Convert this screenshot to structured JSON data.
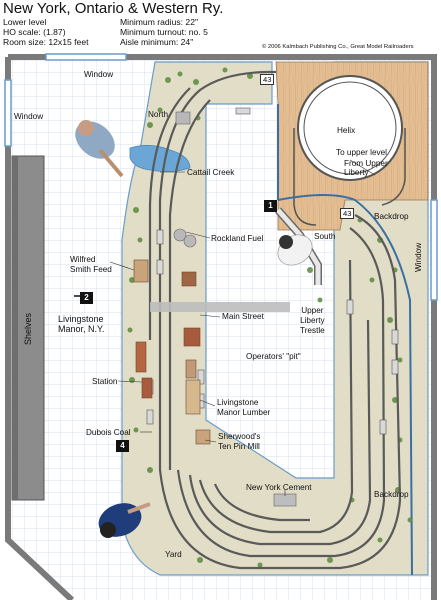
{
  "title": "New York, Ontario & Western Ry.",
  "specs": {
    "left": [
      "Lower level",
      "HO scale: (1.87)",
      "Room size: 12x15 feet"
    ],
    "right": [
      "Minimum radius: 22\"",
      "Minimum turnout: no. 5",
      "Aisle minimum: 24\""
    ]
  },
  "copyright": "© 2006 Kalmbach Publishing Co., Great Model Railroaders",
  "labels": {
    "window_top": "Window",
    "window_left": "Window",
    "window_right": "Window",
    "shelves": "Shelves",
    "north": "North",
    "south": "South",
    "helix": "Helix",
    "to_upper": "To upper level",
    "from_upper": "From Upper\nLiberty",
    "backdrop_top": "Backdrop",
    "backdrop_bottom": "Backdrop",
    "cattail": "Cattail Creek",
    "rockland": "Rockland Fuel",
    "wilfred": "Wilfred\nSmith Feed",
    "livingstone": "Livingstone\nManor, N.Y.",
    "main_street": "Main Street",
    "upper_liberty": "Upper\nLiberty\nTrestle",
    "operators_pit": "Operators' \"pit\"",
    "station": "Station",
    "lumber": "Livingstone\nManor Lumber",
    "dubois": "Dubois Coal",
    "sherwood": "Sherwood's\nTen Pin Mill",
    "cement": "New York Cement",
    "yard": "Yard",
    "track43a": "43",
    "track43b": "43"
  },
  "badges": [
    "1",
    "2",
    "4"
  ],
  "colors": {
    "scenery": "#e1ddc7",
    "wood": "#e4be93",
    "grid": "#c9d7e9",
    "water": "#6aa6d6",
    "wall": "#7d7d7d",
    "track": "#5a5a5a"
  }
}
